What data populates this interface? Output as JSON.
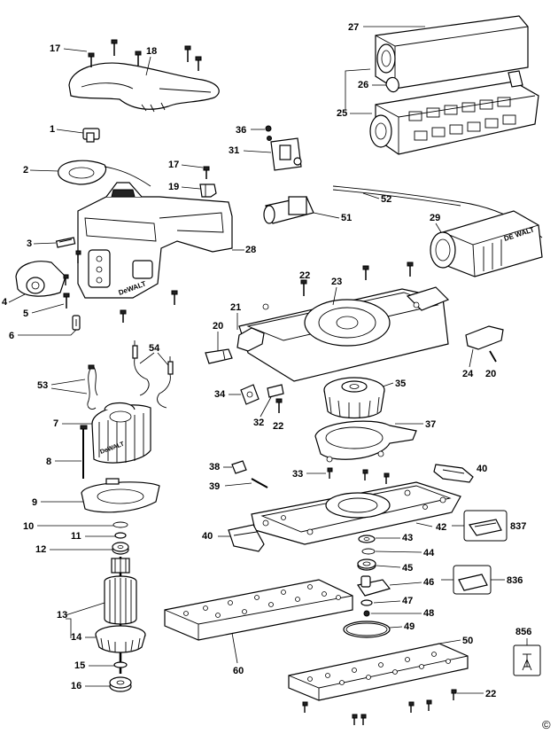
{
  "callouts": {
    "c1": "1",
    "c2": "2",
    "c3": "3",
    "c4": "4",
    "c5": "5",
    "c6": "6",
    "c7": "7",
    "c8": "8",
    "c9": "9",
    "c10": "10",
    "c11": "11",
    "c12": "12",
    "c13": "13",
    "c14": "14",
    "c15": "15",
    "c16": "16",
    "c17a": "17",
    "c17b": "17",
    "c18": "18",
    "c19": "19",
    "c20a": "20",
    "c20b": "20",
    "c21": "21",
    "c22a": "22",
    "c22b": "22",
    "c22c": "22",
    "c23": "23",
    "c24": "24",
    "c25": "25",
    "c26": "26",
    "c27": "27",
    "c28": "28",
    "c29": "29",
    "c31": "31",
    "c32": "32",
    "c33": "33",
    "c34": "34",
    "c35": "35",
    "c36": "36",
    "c37": "37",
    "c38": "38",
    "c39": "39",
    "c40a": "40",
    "c40b": "40",
    "c42": "42",
    "c43": "43",
    "c44": "44",
    "c45": "45",
    "c46": "46",
    "c47": "47",
    "c48": "48",
    "c49": "49",
    "c50": "50",
    "c51": "51",
    "c52": "52",
    "c53": "53",
    "c54": "54",
    "c60": "60",
    "c836": "836",
    "c837": "837",
    "c856": "856"
  },
  "brand_housing": "DeWALT",
  "brand_motor": "DeWALT",
  "brand_extractor": "DE WALT",
  "copyright": "©"
}
